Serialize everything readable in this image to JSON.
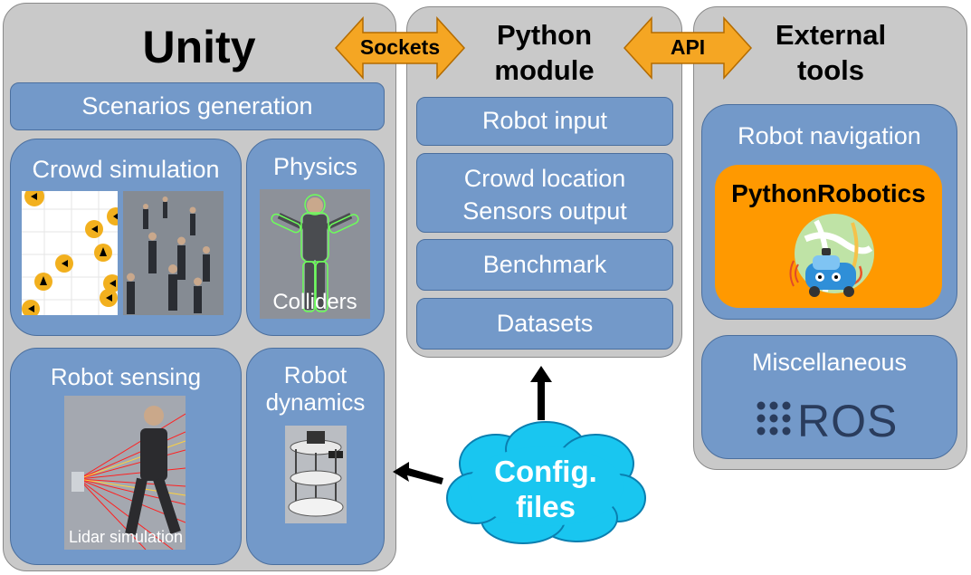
{
  "unity": {
    "title": "Unity",
    "scenarios": "Scenarios generation",
    "crowd_sim": "Crowd simulation",
    "physics": "Physics",
    "colliders": "Colliders",
    "robot_sensing": "Robot sensing",
    "lidar": "Lidar simulation",
    "robot_dynamics_line1": "Robot",
    "robot_dynamics_line2": "dynamics"
  },
  "python": {
    "title_line1": "Python",
    "title_line2": "module",
    "robot_input": "Robot input",
    "crowd_location": "Crowd location",
    "sensors_output": "Sensors output",
    "benchmark": "Benchmark",
    "datasets": "Datasets"
  },
  "external": {
    "title_line1": "External",
    "title_line2": "tools",
    "robot_navigation": "Robot navigation",
    "python_robotics": "PythonRobotics",
    "misc": "Miscellaneous",
    "ros": "ROS"
  },
  "arrows": {
    "sockets": "Sockets",
    "api": "API"
  },
  "config": {
    "line1": "Config.",
    "line2": "files"
  },
  "colors": {
    "panel": "#c9c9c9",
    "box": "#7399c9",
    "arrow": "#f5a623",
    "orange_box": "#ff9900",
    "cloud": "#19c6f0",
    "ros": "#2a3c5c"
  }
}
